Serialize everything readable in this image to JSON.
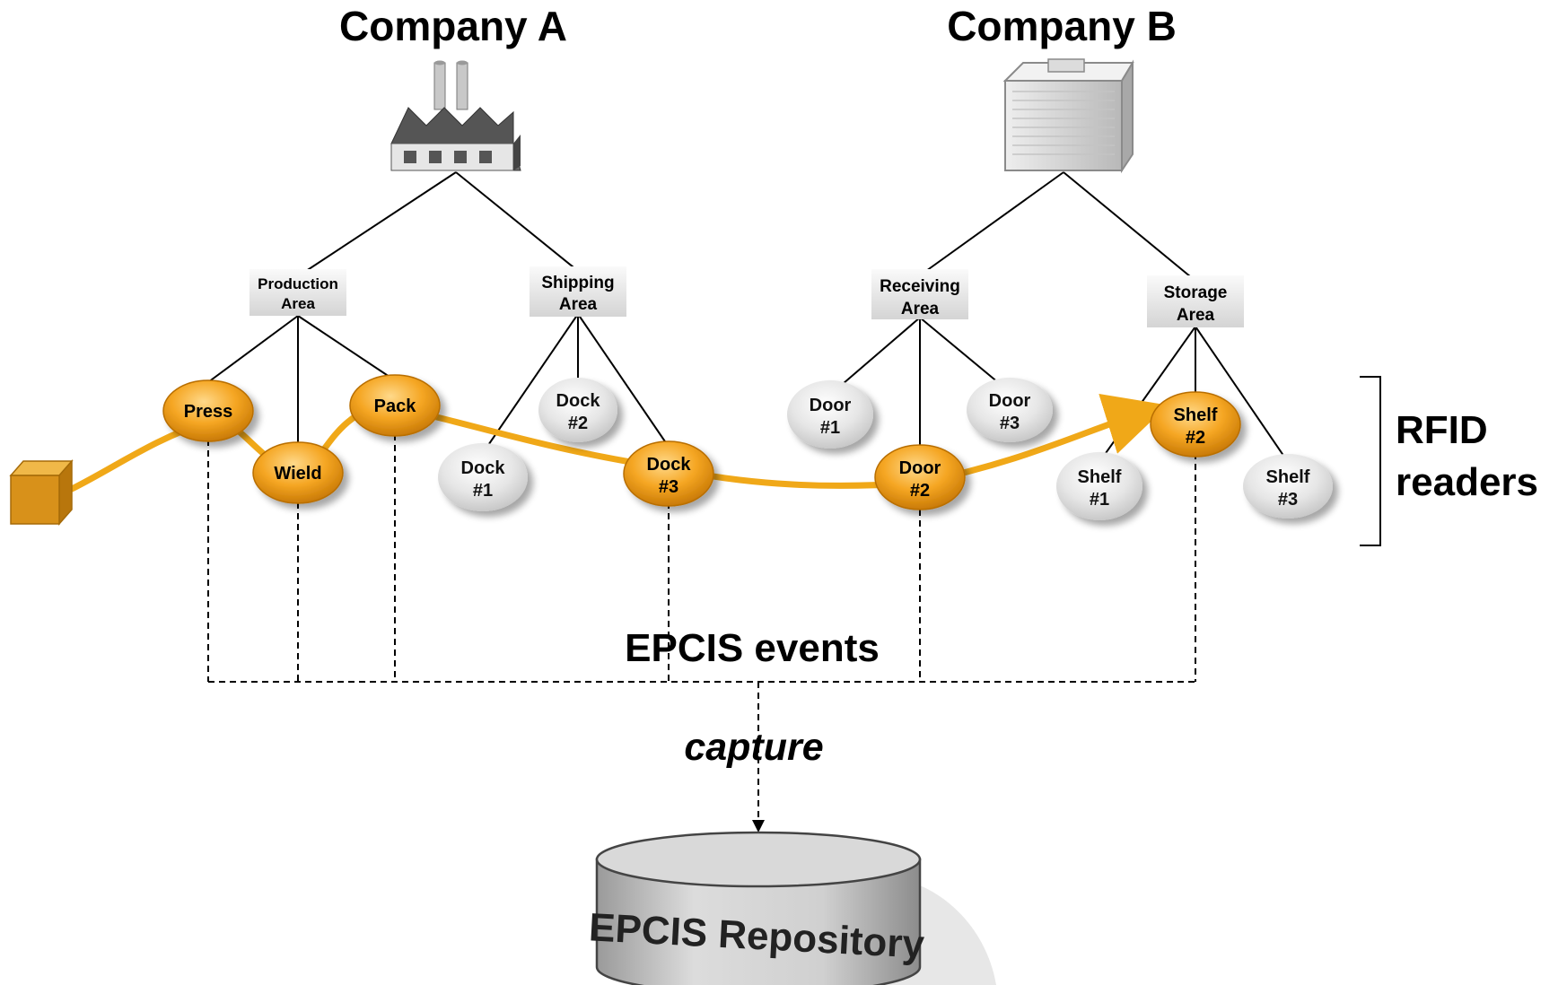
{
  "companies": {
    "a": {
      "name": "Company A",
      "icon": "factory-icon"
    },
    "b": {
      "name": "Company B",
      "icon": "office-building-icon"
    }
  },
  "areas": {
    "production": {
      "line1": "Production",
      "line2": "Area"
    },
    "shipping": {
      "line1": "Shipping",
      "line2": "Area"
    },
    "receiving": {
      "line1": "Receiving",
      "line2": "Area"
    },
    "storage": {
      "line1": "Storage",
      "line2": "Area"
    }
  },
  "readers": {
    "press": {
      "line1": "Press",
      "line2": ""
    },
    "wield": {
      "line1": "Wield",
      "line2": ""
    },
    "pack": {
      "line1": "Pack",
      "line2": ""
    },
    "dock1": {
      "line1": "Dock",
      "line2": "#1"
    },
    "dock2": {
      "line1": "Dock",
      "line2": "#2"
    },
    "dock3": {
      "line1": "Dock",
      "line2": "#3"
    },
    "door1": {
      "line1": "Door",
      "line2": "#1"
    },
    "door2": {
      "line1": "Door",
      "line2": "#2"
    },
    "door3": {
      "line1": "Door",
      "line2": "#3"
    },
    "shelf1": {
      "line1": "Shelf",
      "line2": "#1"
    },
    "shelf2": {
      "line1": "Shelf",
      "line2": "#2"
    },
    "shelf3": {
      "line1": "Shelf",
      "line2": "#3"
    }
  },
  "labels": {
    "rfid_line1": "RFID",
    "rfid_line2": "readers",
    "epcis_events": "EPCIS events",
    "capture": "capture",
    "repository": "EPCIS Repository"
  },
  "colors": {
    "active_node": "#f5a623",
    "path": "#f0a818",
    "inactive_node": "#e4e4e4",
    "product_box": "#d08a12"
  }
}
